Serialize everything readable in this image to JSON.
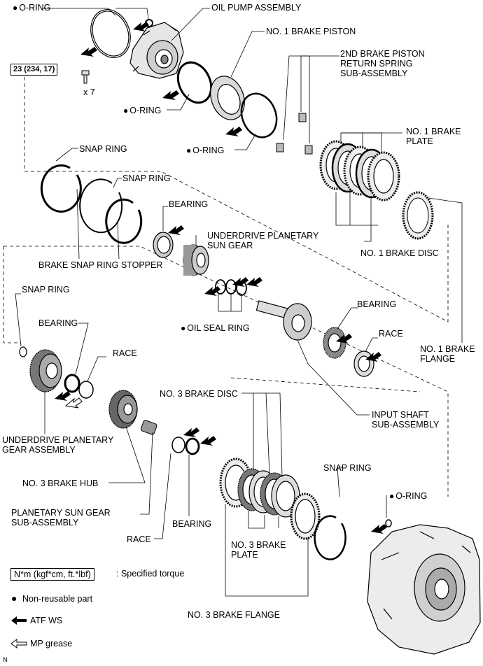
{
  "labels": {
    "oring_top": "O-RING",
    "oil_pump": "OIL PUMP ASSEMBLY",
    "brake_piston": "NO. 1 BRAKE PISTON",
    "return_spring": "2ND BRAKE PISTON\nRETURN SPRING\nSUB-ASSEMBLY",
    "oring_mid": "O-RING",
    "oring_piston": "O-RING",
    "brake_plate_1": "NO. 1 BRAKE\nPLATE",
    "snap_ring_1": "SNAP RING",
    "snap_ring_2": "SNAP RING",
    "bearing_1": "BEARING",
    "ud_sun_gear": "UNDERDRIVE PLANETARY\nSUN GEAR",
    "stopper": "BRAKE SNAP RING STOPPER",
    "brake_disc_1": "NO. 1 BRAKE DISC",
    "snap_ring_3": "SNAP RING",
    "bearing_2": "BEARING",
    "oil_seal_ring": "OIL SEAL RING",
    "bearing_3": "BEARING",
    "race_1": "RACE",
    "race_2": "RACE",
    "flange_1": "NO. 1 BRAKE\nFLANGE",
    "input_shaft": "INPUT SHAFT\nSUB-ASSEMBLY",
    "brake_disc_3": "NO. 3 BRAKE DISC",
    "ud_gear_assy": "UNDERDRIVE PLANETARY\nGEAR ASSEMBLY",
    "brake_hub_3": "NO. 3 BRAKE HUB",
    "snap_ring_4": "SNAP RING",
    "oring_case": "O-RING",
    "sun_gear_sub": "PLANETARY SUN GEAR\nSUB-ASSEMBLY",
    "bearing_4": "BEARING",
    "race_3": "RACE",
    "brake_plate_3": "NO. 3 BRAKE\nPLATE",
    "flange_3": "NO. 3 BRAKE FLANGE",
    "bolt_qty": "x 7"
  },
  "torque": "23 (234, 17)",
  "legend": {
    "torque_box": "N*m (kgf*cm, ft.*lbf)",
    "torque_text": ": Specified torque",
    "nonreusable": "Non-reusable part",
    "atf": "ATF WS",
    "mp": "MP grease"
  },
  "corner_mark": "N"
}
